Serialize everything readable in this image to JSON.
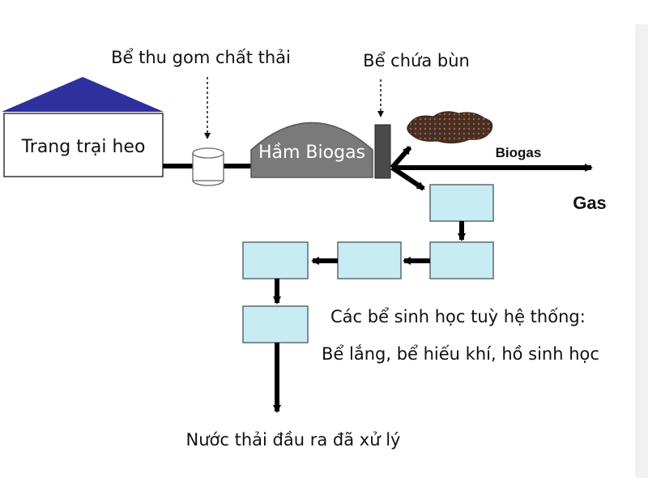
{
  "labels": {
    "collection_tank": "Bể thu gom chất thải",
    "sludge_tank": "Bể chứa bùn",
    "farm": "Trang trại heo",
    "digester": "Hầm Biogas",
    "biogas": "Biogas",
    "gas": "Gas",
    "bio_tanks_line1": "Các bể sinh học tuỳ hệ thống:",
    "bio_tanks_line2": "Bể lắng, bể hiếu khí, hồ sinh học",
    "output": "Nước thải đầu ra đã xử lý"
  },
  "colors": {
    "roof": "#2f2f9e",
    "digester": "#7a7a7a",
    "tank_fill": "#c8ecf3",
    "sludge": "#5a3a2a"
  }
}
